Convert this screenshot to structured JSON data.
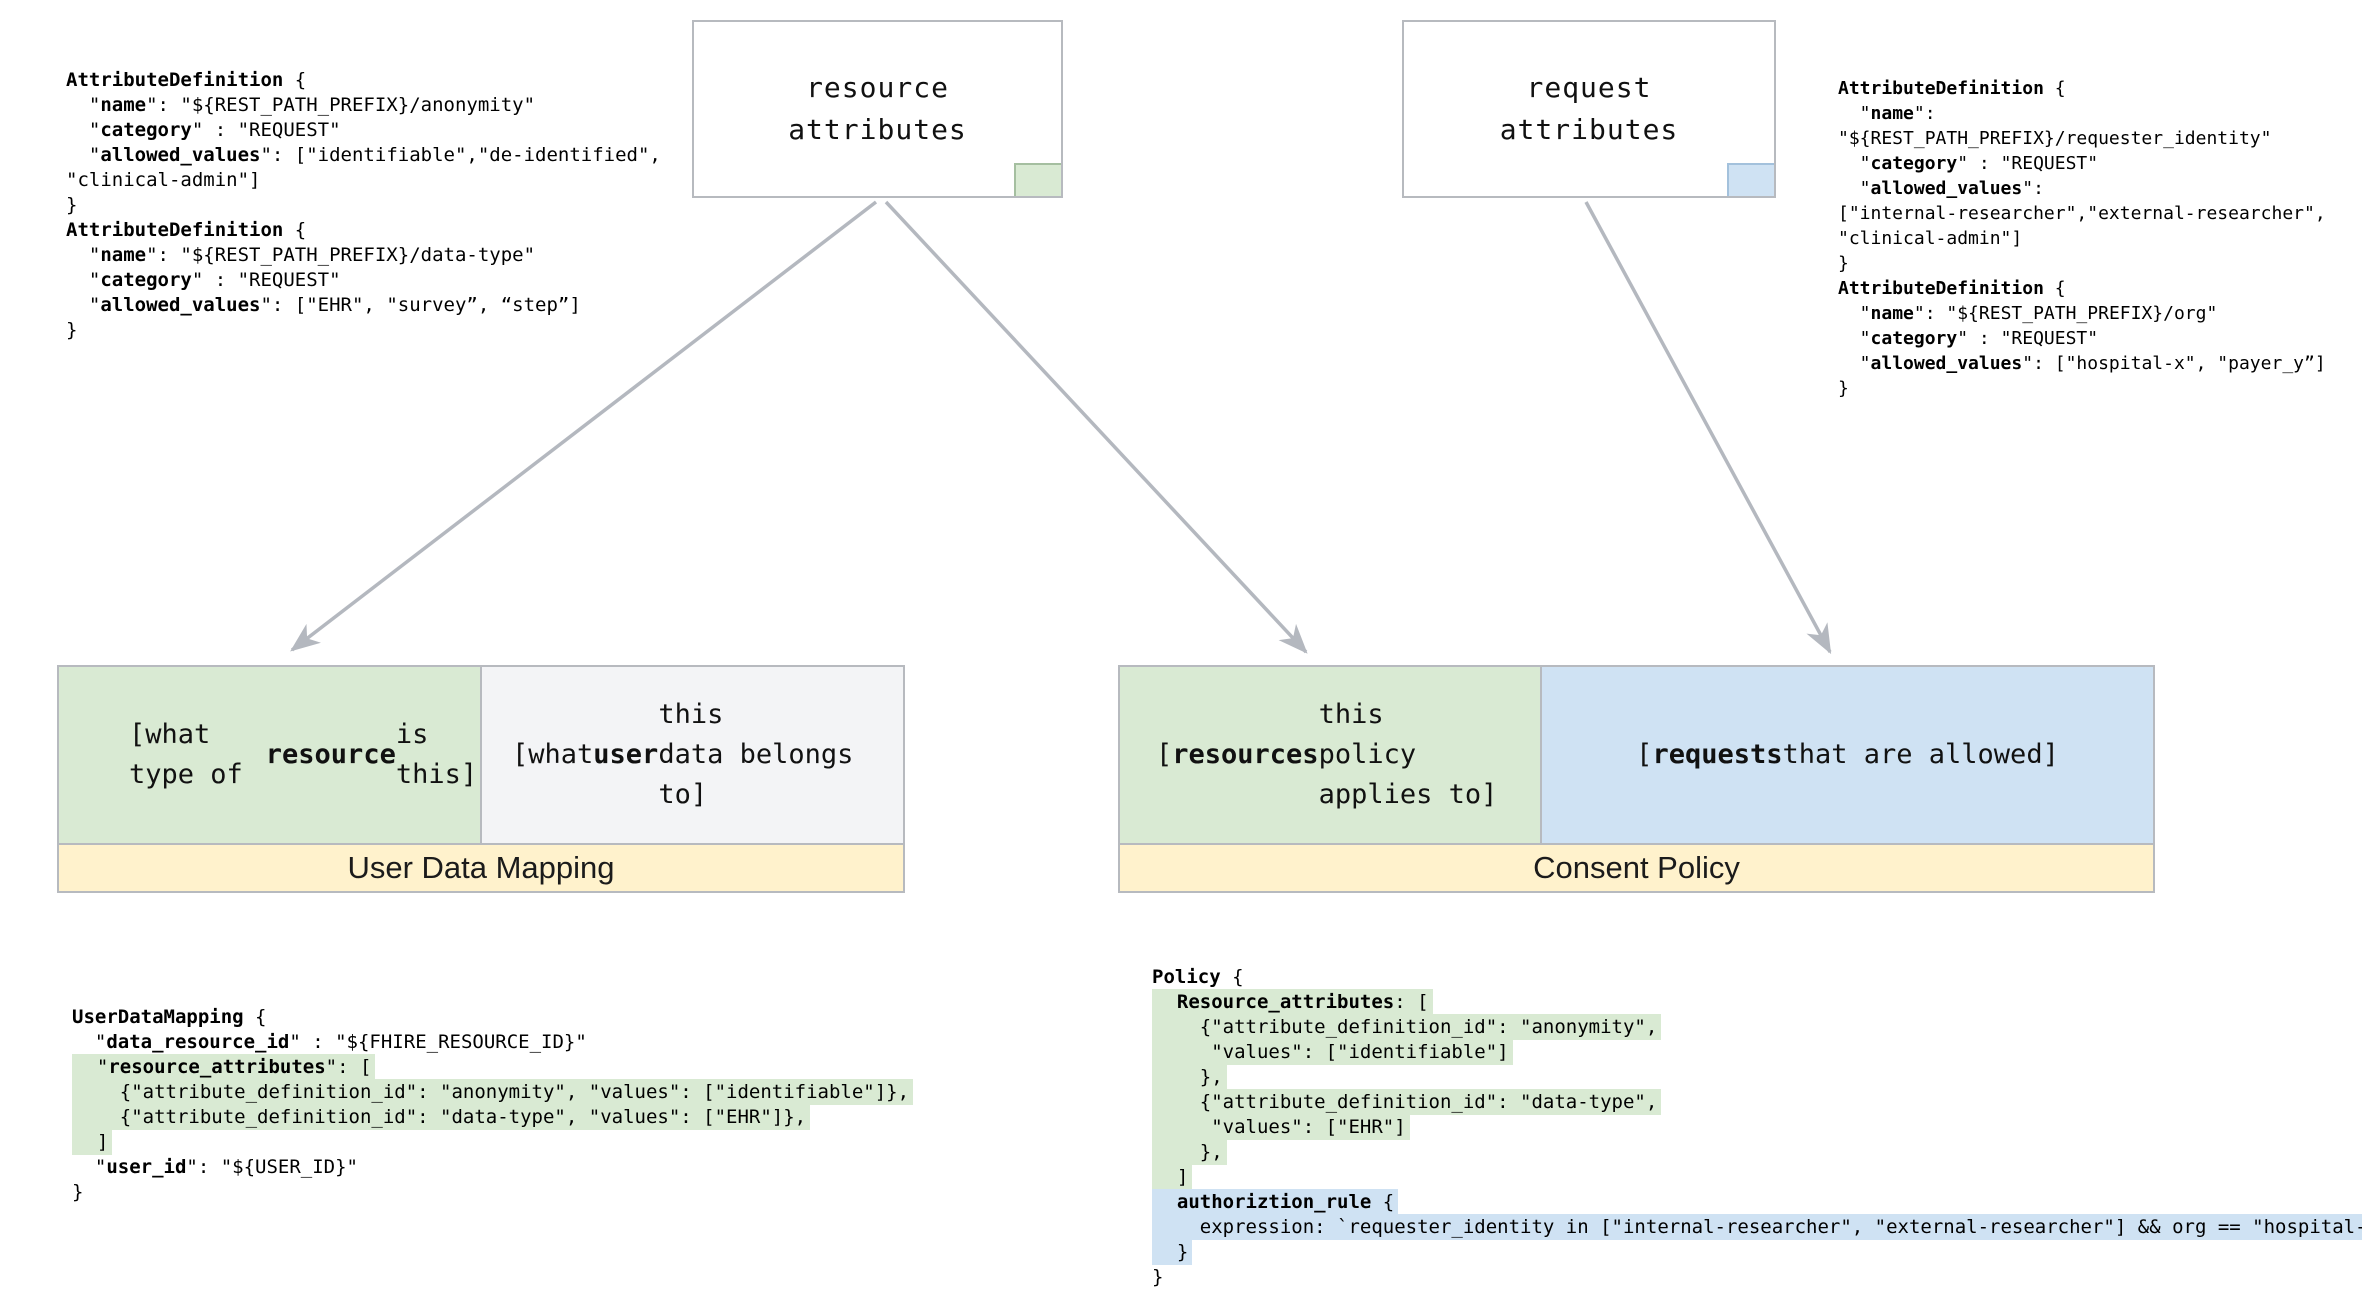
{
  "colors": {
    "green": "#d9ead3",
    "blue": "#cfe2f3",
    "yellow": "#fff2cc",
    "gray_cell": "#f3f4f6",
    "border": "#b7babf",
    "arrow": "#b4b8bf",
    "text": "#111111"
  },
  "nodes": {
    "resource": {
      "title": "resource\nattributes"
    },
    "request": {
      "title": "request\nattributes"
    }
  },
  "user_data_mapping": {
    "label": "User Data Mapping",
    "resource_type_cell": [
      {
        "t": "[what type of\n"
      },
      {
        "t": "resource",
        "b": true
      },
      {
        "t": " is this]"
      }
    ],
    "user_cell": [
      {
        "t": "[what "
      },
      {
        "t": "user",
        "b": true
      },
      {
        "t": " this\ndata belongs to]"
      }
    ]
  },
  "consent_policy": {
    "label": "Consent Policy",
    "resources_cell": [
      {
        "t": "["
      },
      {
        "t": "resources",
        "b": true
      },
      {
        "t": " this\npolicy applies to]"
      }
    ],
    "requests_cell": [
      {
        "t": "["
      },
      {
        "t": "requests",
        "b": true
      },
      {
        "t": " that are allowed]"
      }
    ]
  },
  "code_blocks": {
    "attr_def_left": [
      {
        "s": [
          {
            "t": "AttributeDefinition",
            "b": true
          },
          {
            "t": " {"
          }
        ]
      },
      {
        "s": [
          {
            "t": "  \""
          },
          {
            "t": "name",
            "b": true
          },
          {
            "t": "\": \"${REST_PATH_PREFIX}/anonymity\""
          }
        ]
      },
      {
        "s": [
          {
            "t": "  \""
          },
          {
            "t": "category",
            "b": true
          },
          {
            "t": "\" : \"REQUEST\""
          }
        ]
      },
      {
        "s": [
          {
            "t": "  \""
          },
          {
            "t": "allowed_values",
            "b": true
          },
          {
            "t": "\": [\"identifiable\",\"de-identified\","
          }
        ]
      },
      {
        "s": [
          {
            "t": "\"clinical-admin\"]"
          }
        ]
      },
      {
        "s": [
          {
            "t": "}"
          }
        ]
      },
      {
        "s": [
          {
            "t": "AttributeDefinition",
            "b": true
          },
          {
            "t": " {"
          }
        ]
      },
      {
        "s": [
          {
            "t": "  \""
          },
          {
            "t": "name",
            "b": true
          },
          {
            "t": "\": \"${REST_PATH_PREFIX}/data-type\""
          }
        ]
      },
      {
        "s": [
          {
            "t": "  \""
          },
          {
            "t": "category",
            "b": true
          },
          {
            "t": "\" : \"REQUEST\""
          }
        ]
      },
      {
        "s": [
          {
            "t": "  \""
          },
          {
            "t": "allowed_values",
            "b": true
          },
          {
            "t": "\": [\"EHR\", \"survey”, “step”]"
          }
        ]
      },
      {
        "s": [
          {
            "t": "}"
          }
        ]
      }
    ],
    "attr_def_right": [
      {
        "s": [
          {
            "t": "AttributeDefinition",
            "b": true
          },
          {
            "t": " {"
          }
        ]
      },
      {
        "s": [
          {
            "t": "  \""
          },
          {
            "t": "name",
            "b": true
          },
          {
            "t": "\":"
          }
        ]
      },
      {
        "s": [
          {
            "t": "\"${REST_PATH_PREFIX}/requester_identity\""
          }
        ]
      },
      {
        "s": [
          {
            "t": "  \""
          },
          {
            "t": "category",
            "b": true
          },
          {
            "t": "\" : \"REQUEST\""
          }
        ]
      },
      {
        "s": [
          {
            "t": "  \""
          },
          {
            "t": "allowed_values",
            "b": true
          },
          {
            "t": "\":"
          }
        ]
      },
      {
        "s": [
          {
            "t": "[\"internal-researcher\",\"external-researcher\","
          }
        ]
      },
      {
        "s": [
          {
            "t": "\"clinical-admin\"]"
          }
        ]
      },
      {
        "s": [
          {
            "t": "}"
          }
        ]
      },
      {
        "s": [
          {
            "t": "AttributeDefinition",
            "b": true
          },
          {
            "t": " {"
          }
        ]
      },
      {
        "s": [
          {
            "t": "  \""
          },
          {
            "t": "name",
            "b": true
          },
          {
            "t": "\": \"${REST_PATH_PREFIX}/org\""
          }
        ]
      },
      {
        "s": [
          {
            "t": "  \""
          },
          {
            "t": "category",
            "b": true
          },
          {
            "t": "\" : \"REQUEST\""
          }
        ]
      },
      {
        "s": [
          {
            "t": "  \""
          },
          {
            "t": "allowed_values",
            "b": true
          },
          {
            "t": "\": [\"hospital-x\", \"payer_y”]"
          }
        ]
      },
      {
        "s": [
          {
            "t": "}"
          }
        ]
      }
    ],
    "user_data_mapping": [
      {
        "s": [
          {
            "t": "UserDataMapping",
            "b": true
          },
          {
            "t": " {"
          }
        ]
      },
      {
        "s": [
          {
            "t": "  \""
          },
          {
            "t": "data_resource_id",
            "b": true
          },
          {
            "t": "\" : \"${FHIRE_RESOURCE_ID}\""
          }
        ]
      },
      {
        "hl": "green",
        "s": [
          {
            "t": "  \""
          },
          {
            "t": "resource_attributes",
            "b": true
          },
          {
            "t": "\": ["
          }
        ]
      },
      {
        "hl": "green",
        "s": [
          {
            "t": "    {\"attribute_definition_id\": \"anonymity\", \"values\": [\"identifiable\"]},"
          }
        ]
      },
      {
        "hl": "green",
        "s": [
          {
            "t": "    {\"attribute_definition_id\": \"data-type\", \"values\": [\"EHR\"]},"
          }
        ]
      },
      {
        "hl": "green",
        "s": [
          {
            "t": "  ]"
          }
        ]
      },
      {
        "s": [
          {
            "t": "  \""
          },
          {
            "t": "user_id",
            "b": true
          },
          {
            "t": "\": \"${USER_ID}\""
          }
        ]
      },
      {
        "s": [
          {
            "t": "}"
          }
        ]
      }
    ],
    "policy": [
      {
        "s": [
          {
            "t": "Policy",
            "b": true
          },
          {
            "t": " {"
          }
        ]
      },
      {
        "hl": "green",
        "s": [
          {
            "t": "  "
          },
          {
            "t": "Resource_attributes",
            "b": true
          },
          {
            "t": ": ["
          }
        ]
      },
      {
        "hl": "green",
        "s": [
          {
            "t": "    {\"attribute_definition_id\": \"anonymity\","
          }
        ]
      },
      {
        "hl": "green",
        "s": [
          {
            "t": "     \"values\": [\"identifiable\"]"
          }
        ]
      },
      {
        "hl": "green",
        "s": [
          {
            "t": "    },"
          }
        ]
      },
      {
        "hl": "green",
        "s": [
          {
            "t": "    {\"attribute_definition_id\": \"data-type\","
          }
        ]
      },
      {
        "hl": "green",
        "s": [
          {
            "t": "     \"values\": [\"EHR\"]"
          }
        ]
      },
      {
        "hl": "green",
        "s": [
          {
            "t": "    },"
          }
        ]
      },
      {
        "hl": "green",
        "s": [
          {
            "t": "  ]"
          }
        ]
      },
      {
        "hl": "blue",
        "s": [
          {
            "t": "  "
          },
          {
            "t": "authoriztion_rule",
            "b": true
          },
          {
            "t": " {"
          }
        ]
      },
      {
        "hl": "blue",
        "s": [
          {
            "t": "    expression: `requester_identity in [\"internal-researcher\", \"external-researcher\"] && org == \"hospital-x\"`"
          }
        ]
      },
      {
        "hl": "blue",
        "s": [
          {
            "t": "  }"
          }
        ]
      },
      {
        "s": [
          {
            "t": "}"
          }
        ]
      }
    ]
  }
}
